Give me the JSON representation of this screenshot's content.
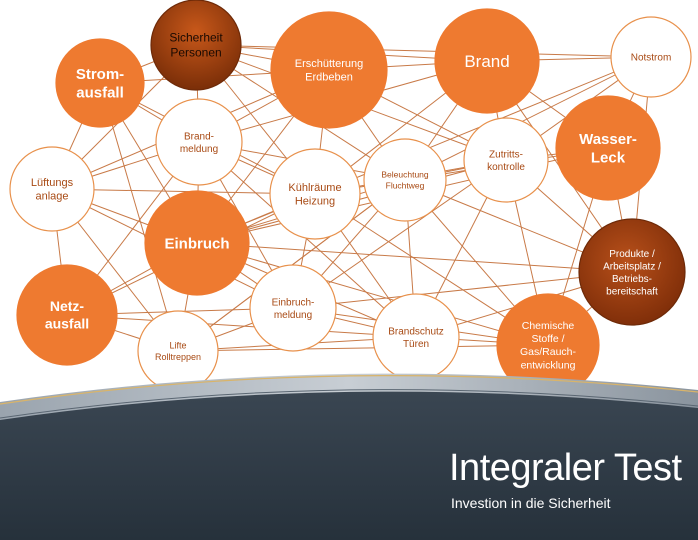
{
  "colors": {
    "orange": "#EE7A30",
    "dark_orange": "#A8400C",
    "line": "#C87A48",
    "node_border": "#E8914C",
    "footer_bg": "#2E3A45",
    "white": "#FFFFFF"
  },
  "nodes": [
    {
      "id": "sicherheit",
      "lines": [
        "Sicherheit",
        "Personen"
      ],
      "style": "dark-top"
    },
    {
      "id": "strom",
      "lines": [
        "Strom-",
        "ausfall"
      ],
      "style": "orange"
    },
    {
      "id": "erschuetterung",
      "lines": [
        "Erschütterung",
        "Erdbeben"
      ],
      "style": "orange"
    },
    {
      "id": "brand",
      "lines": [
        "Brand"
      ],
      "style": "orange"
    },
    {
      "id": "notstrom",
      "lines": [
        "Notstrom"
      ],
      "style": "white"
    },
    {
      "id": "brandmeldung",
      "lines": [
        "Brand-",
        "meldung"
      ],
      "style": "white"
    },
    {
      "id": "lueftung",
      "lines": [
        "Lüftungs",
        "anlage"
      ],
      "style": "white"
    },
    {
      "id": "kuehl",
      "lines": [
        "Kühlräume",
        "Heizung"
      ],
      "style": "white"
    },
    {
      "id": "beleuchtung",
      "lines": [
        "Beleuchtung",
        "Fluchtweg"
      ],
      "style": "white"
    },
    {
      "id": "zutritt",
      "lines": [
        "Zutritts-",
        "kontrolle"
      ],
      "style": "white"
    },
    {
      "id": "wasser",
      "lines": [
        "Wasser-",
        "Leck"
      ],
      "style": "orange"
    },
    {
      "id": "einbruch",
      "lines": [
        "Einbruch"
      ],
      "style": "orange"
    },
    {
      "id": "produkte",
      "lines": [
        "Produkte /",
        "Arbeitsplatz /",
        "Betriebs-",
        "bereitschaft"
      ],
      "style": "dark"
    },
    {
      "id": "netz",
      "lines": [
        "Netz-",
        "ausfall"
      ],
      "style": "orange"
    },
    {
      "id": "einbruchmeldung",
      "lines": [
        "Einbruch-",
        "meldung"
      ],
      "style": "white"
    },
    {
      "id": "lifte",
      "lines": [
        "Lifte",
        "Rolltreppen"
      ],
      "style": "white"
    },
    {
      "id": "brandschutz",
      "lines": [
        "Brandschutz",
        "Türen"
      ],
      "style": "white"
    },
    {
      "id": "chemische",
      "lines": [
        "Chemische",
        "Stoffe /",
        "Gas/Rauch-",
        "entwicklung"
      ],
      "style": "orange"
    }
  ],
  "edges": [
    [
      "strom",
      "sicherheit"
    ],
    [
      "strom",
      "erschuetterung"
    ],
    [
      "strom",
      "brandmeldung"
    ],
    [
      "strom",
      "lueftung"
    ],
    [
      "strom",
      "kuehl"
    ],
    [
      "strom",
      "einbruch"
    ],
    [
      "strom",
      "lifte"
    ],
    [
      "sicherheit",
      "erschuetterung"
    ],
    [
      "sicherheit",
      "brand"
    ],
    [
      "sicherheit",
      "brandmeldung"
    ],
    [
      "sicherheit",
      "lueftung"
    ],
    [
      "sicherheit",
      "kuehl"
    ],
    [
      "sicherheit",
      "beleuchtung"
    ],
    [
      "sicherheit",
      "zutritt"
    ],
    [
      "sicherheit",
      "notstrom"
    ],
    [
      "erschuetterung",
      "brand"
    ],
    [
      "erschuetterung",
      "brandmeldung"
    ],
    [
      "erschuetterung",
      "kuehl"
    ],
    [
      "erschuetterung",
      "beleuchtung"
    ],
    [
      "erschuetterung",
      "zutritt"
    ],
    [
      "erschuetterung",
      "lueftung"
    ],
    [
      "erschuetterung",
      "einbruch"
    ],
    [
      "brand",
      "notstrom"
    ],
    [
      "brand",
      "zutritt"
    ],
    [
      "brand",
      "beleuchtung"
    ],
    [
      "brand",
      "wasser"
    ],
    [
      "brand",
      "brandmeldung"
    ],
    [
      "brand",
      "kuehl"
    ],
    [
      "brand",
      "produkte"
    ],
    [
      "notstrom",
      "wasser"
    ],
    [
      "notstrom",
      "produkte"
    ],
    [
      "notstrom",
      "zutritt"
    ],
    [
      "notstrom",
      "beleuchtung"
    ],
    [
      "notstrom",
      "einbruch"
    ],
    [
      "brandmeldung",
      "kuehl"
    ],
    [
      "brandmeldung",
      "lueftung"
    ],
    [
      "brandmeldung",
      "einbruch"
    ],
    [
      "brandmeldung",
      "beleuchtung"
    ],
    [
      "brandmeldung",
      "netz"
    ],
    [
      "brandmeldung",
      "einbruchmeldung"
    ],
    [
      "brandmeldung",
      "brandschutz"
    ],
    [
      "lueftung",
      "einbruch"
    ],
    [
      "lueftung",
      "netz"
    ],
    [
      "lueftung",
      "kuehl"
    ],
    [
      "lueftung",
      "lifte"
    ],
    [
      "lueftung",
      "einbruchmeldung"
    ],
    [
      "kuehl",
      "beleuchtung"
    ],
    [
      "kuehl",
      "einbruch"
    ],
    [
      "kuehl",
      "einbruchmeldung"
    ],
    [
      "kuehl",
      "brandschutz"
    ],
    [
      "kuehl",
      "zutritt"
    ],
    [
      "kuehl",
      "chemische"
    ],
    [
      "kuehl",
      "netz"
    ],
    [
      "beleuchtung",
      "zutritt"
    ],
    [
      "beleuchtung",
      "einbruchmeldung"
    ],
    [
      "beleuchtung",
      "brandschutz"
    ],
    [
      "beleuchtung",
      "chemische"
    ],
    [
      "beleuchtung",
      "produkte"
    ],
    [
      "beleuchtung",
      "einbruch"
    ],
    [
      "beleuchtung",
      "wasser"
    ],
    [
      "beleuchtung",
      "lifte"
    ],
    [
      "zutritt",
      "wasser"
    ],
    [
      "zutritt",
      "produkte"
    ],
    [
      "zutritt",
      "chemische"
    ],
    [
      "zutritt",
      "brandschutz"
    ],
    [
      "zutritt",
      "einbruchmeldung"
    ],
    [
      "zutritt",
      "einbruch"
    ],
    [
      "wasser",
      "produkte"
    ],
    [
      "wasser",
      "chemische"
    ],
    [
      "wasser",
      "einbruch"
    ],
    [
      "einbruch",
      "netz"
    ],
    [
      "einbruch",
      "einbruchmeldung"
    ],
    [
      "einbruch",
      "lifte"
    ],
    [
      "einbruch",
      "brandschutz"
    ],
    [
      "einbruch",
      "produkte"
    ],
    [
      "einbruch",
      "chemische"
    ],
    [
      "produkte",
      "chemische"
    ],
    [
      "produkte",
      "brandschutz"
    ],
    [
      "produkte",
      "einbruchmeldung"
    ],
    [
      "netz",
      "lifte"
    ],
    [
      "netz",
      "einbruchmeldung"
    ],
    [
      "netz",
      "brandschutz"
    ],
    [
      "einbruchmeldung",
      "lifte"
    ],
    [
      "einbruchmeldung",
      "brandschutz"
    ],
    [
      "einbruchmeldung",
      "chemische"
    ],
    [
      "lifte",
      "brandschutz"
    ],
    [
      "brandschutz",
      "chemische"
    ],
    [
      "lifte",
      "chemische"
    ],
    [
      "lifte",
      "beleuchtung"
    ]
  ],
  "footer": {
    "title": "Integraler Test",
    "subtitle": "Investion in die Sicherheit"
  }
}
